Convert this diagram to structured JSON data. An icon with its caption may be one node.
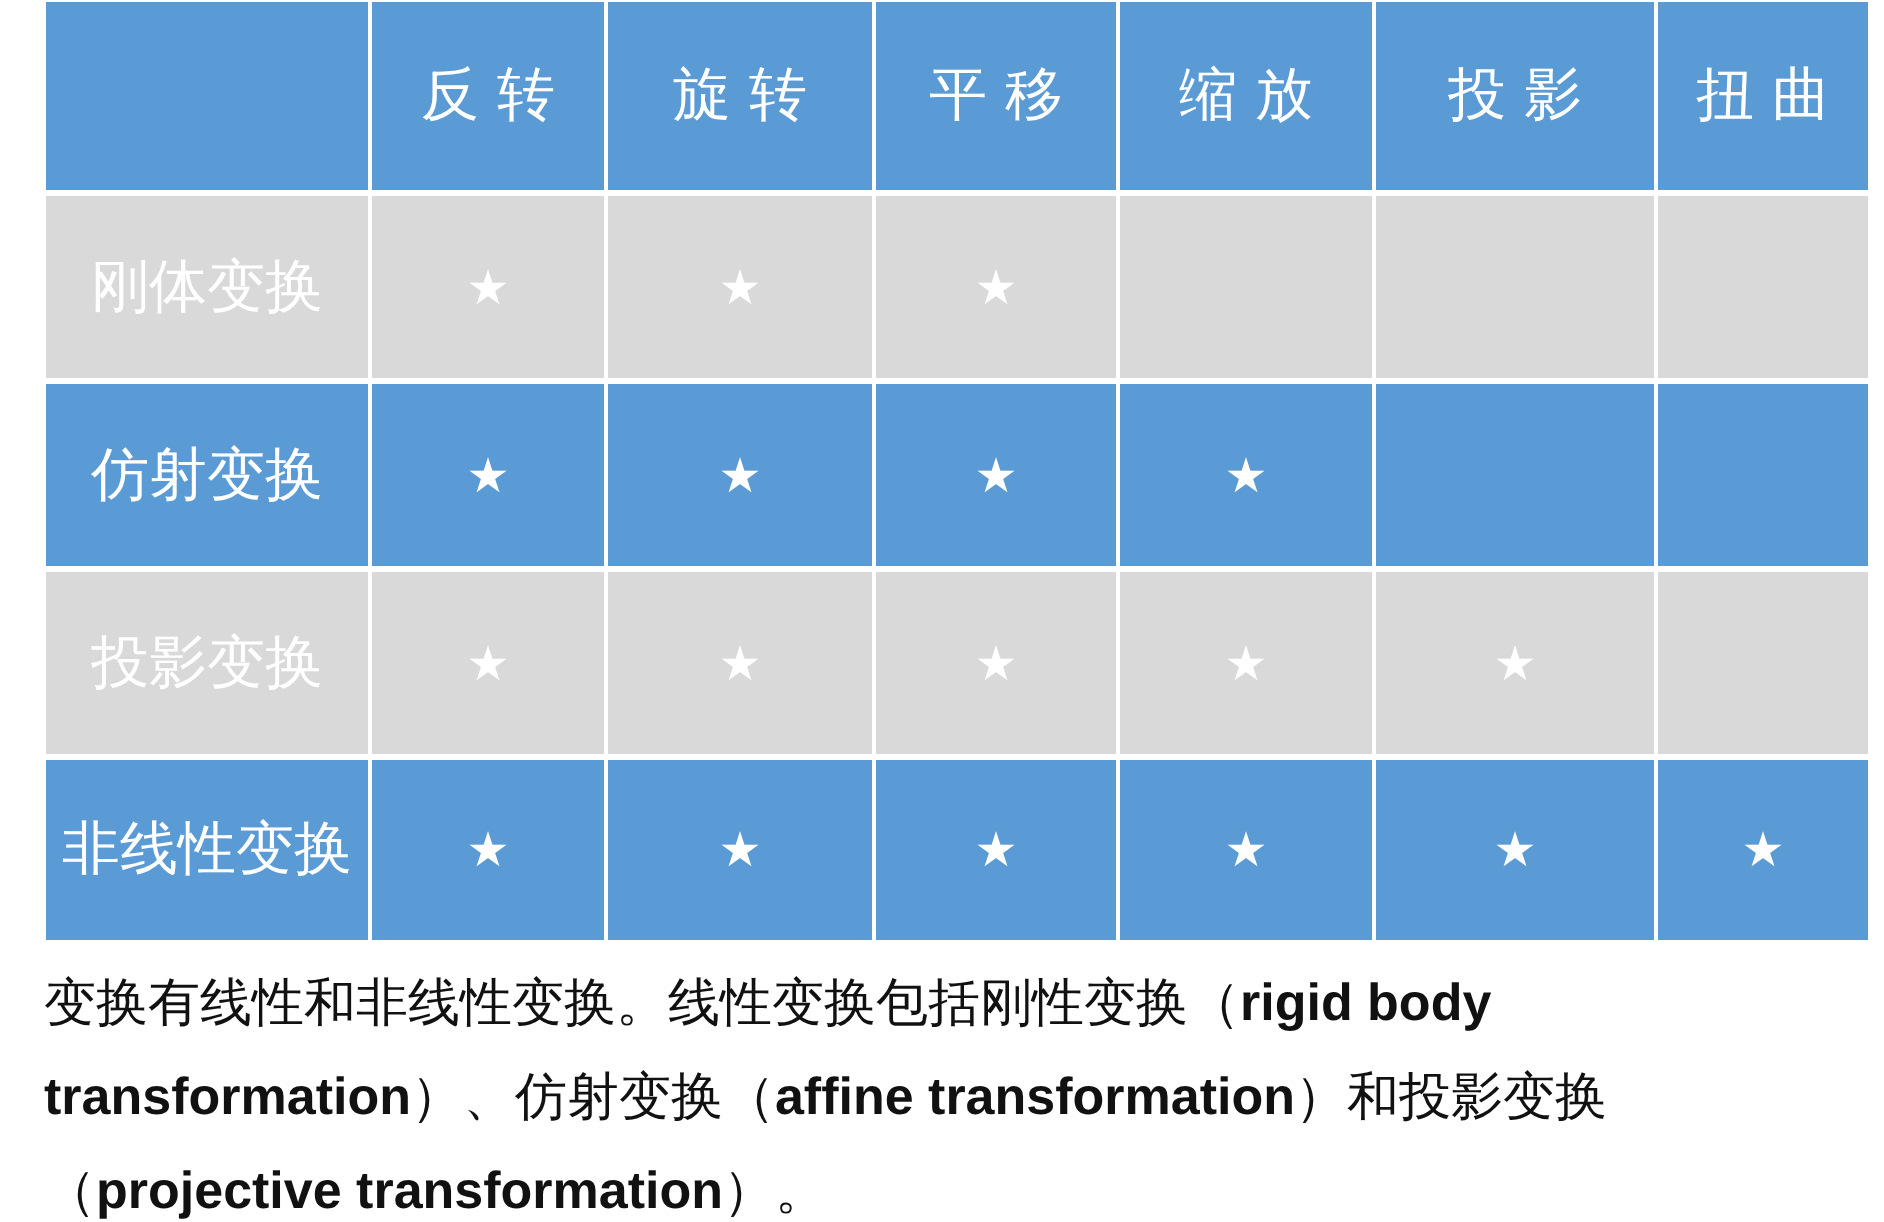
{
  "diagram": {
    "labels": [
      "反 转",
      "旋 转",
      "平 移",
      "缩 放",
      "投 影",
      "扭 曲",
      "刚体变换",
      "★",
      "★",
      "★",
      "仿射变换",
      "★",
      "★",
      "★",
      "★",
      "投影变换",
      "★",
      "★",
      "★",
      "★",
      "★",
      "非线性变换",
      "★",
      "★",
      "★",
      "★",
      "★",
      "★"
    ],
    "caption": "变换有线性和非线性变换。线性变换包括刚性变换（**rigid body transformation**）、仿射变换（**affine transformation**）和投影变换（**projective transformation**）。"
  }
}
